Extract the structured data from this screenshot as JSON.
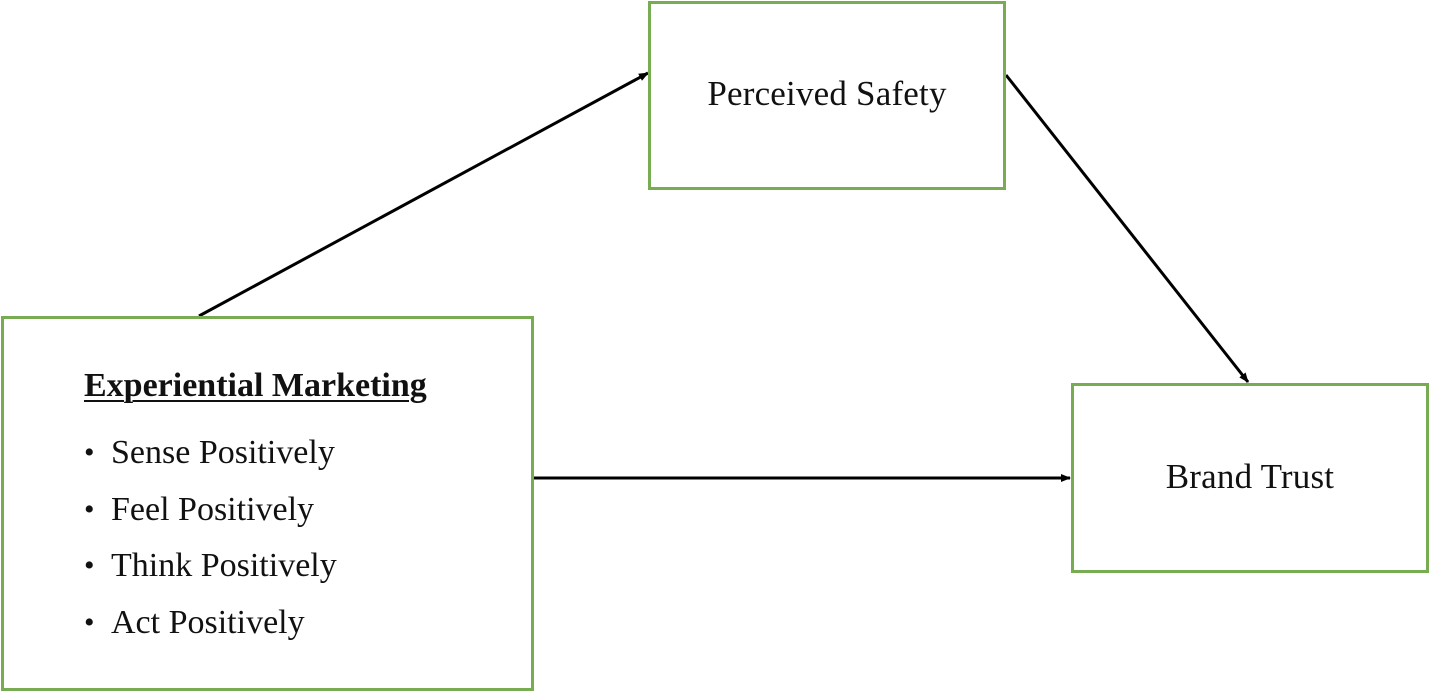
{
  "diagram": {
    "mediator": {
      "label": "Perceived Safety"
    },
    "outcome": {
      "label": "Brand Trust"
    },
    "predictor": {
      "title": "Experiential Marketing",
      "dimensions": [
        {
          "bullet": "•",
          "label": "Sense Positively"
        },
        {
          "bullet": "•",
          "label": "Feel Positively"
        },
        {
          "bullet": "•",
          "label": "Think Positively"
        },
        {
          "bullet": "•",
          "label": "Act Positively"
        }
      ]
    },
    "edges": [
      {
        "from": "Experiential Marketing",
        "to": "Perceived Safety"
      },
      {
        "from": "Perceived Safety",
        "to": "Brand Trust"
      },
      {
        "from": "Experiential Marketing",
        "to": "Brand Trust"
      }
    ],
    "colors": {
      "box_border": "#77ac52",
      "arrow": "#000000",
      "text": "#111111"
    }
  }
}
